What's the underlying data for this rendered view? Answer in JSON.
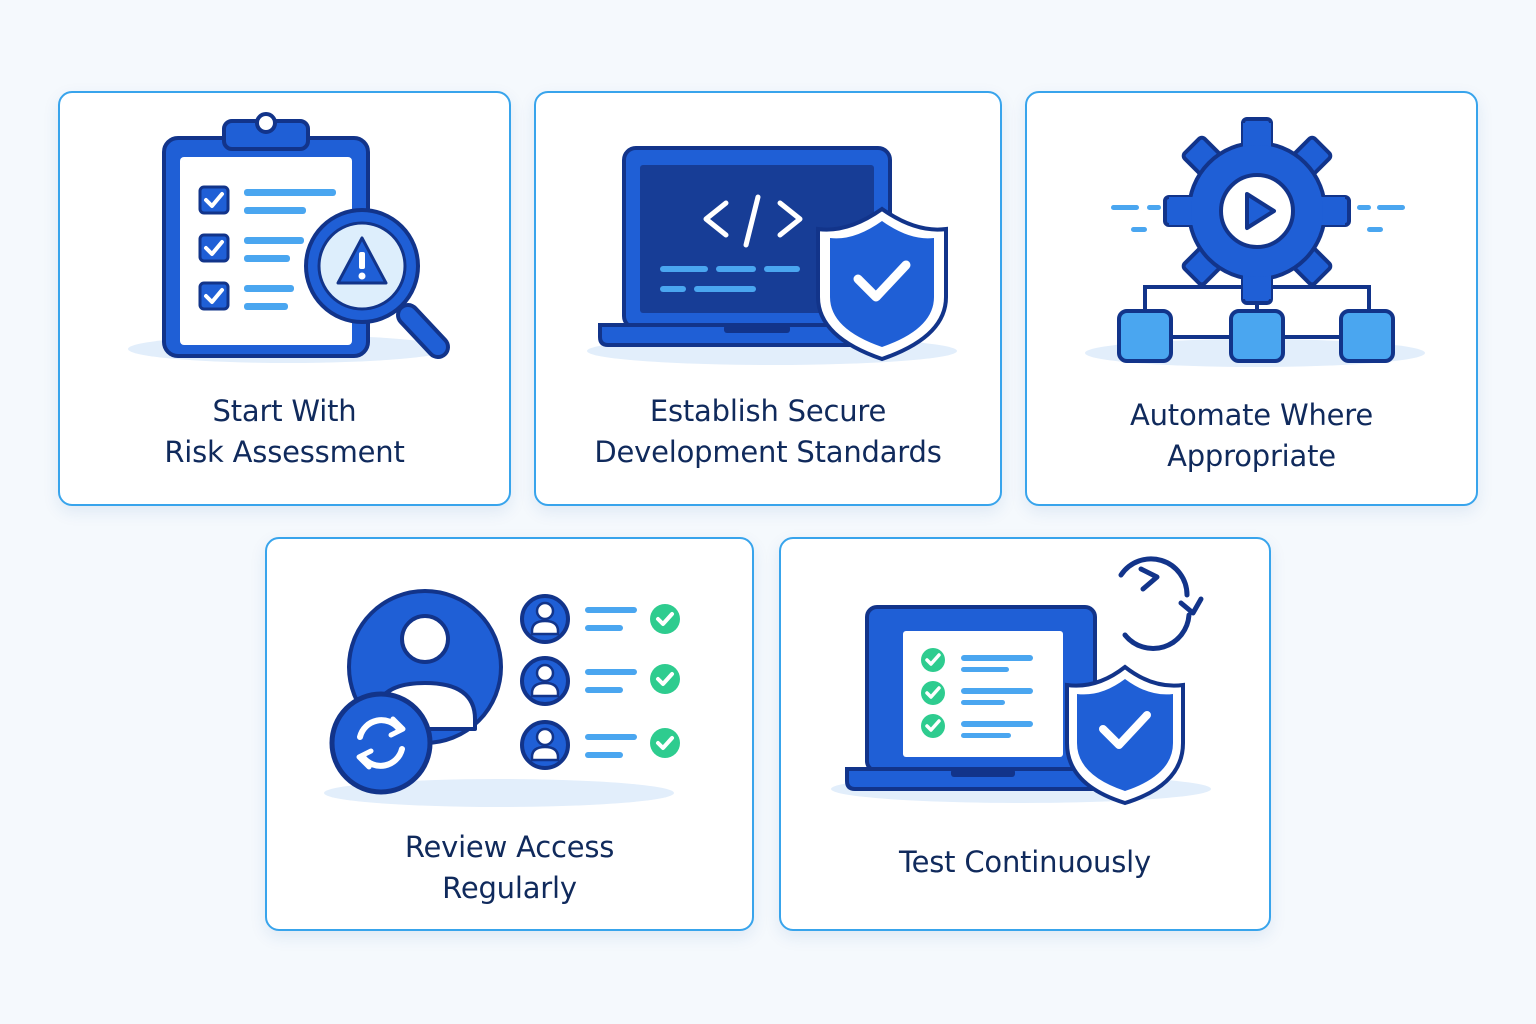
{
  "cards": [
    {
      "label_lines": [
        "Start With",
        "Risk Assessment"
      ],
      "icon": "clipboard-risk-icon"
    },
    {
      "label_lines": [
        "Establish Secure",
        "Development Standards"
      ],
      "icon": "laptop-code-shield-icon"
    },
    {
      "label_lines": [
        "Automate Where",
        "Appropriate"
      ],
      "icon": "gear-automation-icon"
    },
    {
      "label_lines": [
        "Review Access",
        "Regularly"
      ],
      "icon": "user-access-review-icon"
    },
    {
      "label_lines": [
        "Test Continuously"
      ],
      "icon": "laptop-test-shield-icon"
    }
  ],
  "colors": {
    "card_border": "#38a4ec",
    "primary_blue": "#1f5fd6",
    "dark_navy": "#12348a",
    "light_blue": "#4aa6f0",
    "check_green": "#2ecc8f",
    "text": "#102a5c"
  }
}
